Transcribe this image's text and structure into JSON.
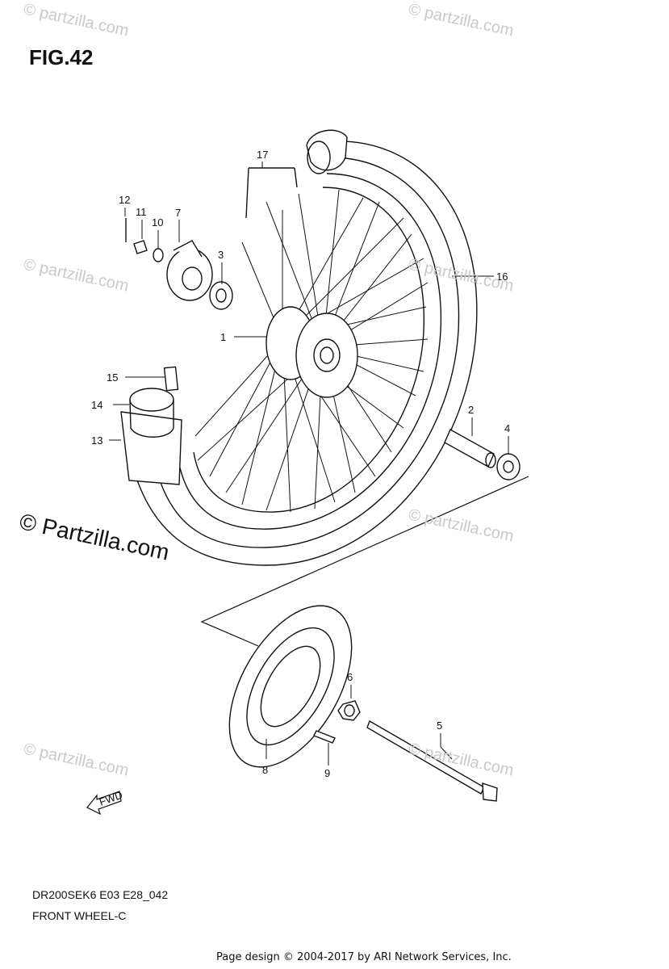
{
  "figure": {
    "title": "FIG.42",
    "code": "DR200SEK6 E03 E28_042",
    "caption": "FRONT WHEEL-C"
  },
  "watermarks": {
    "small": "© partzilla.com",
    "large": "© Partzilla.com"
  },
  "footer": "Page design © 2004-2017 by ARI Network Services, Inc.",
  "parts": [
    {
      "label": "1"
    },
    {
      "label": "2"
    },
    {
      "label": "3"
    },
    {
      "label": "4"
    },
    {
      "label": "5"
    },
    {
      "label": "6"
    },
    {
      "label": "7"
    },
    {
      "label": "8"
    },
    {
      "label": "9"
    },
    {
      "label": "10"
    },
    {
      "label": "11"
    },
    {
      "label": "12"
    },
    {
      "label": "13"
    },
    {
      "label": "14"
    },
    {
      "label": "15"
    },
    {
      "label": "16"
    },
    {
      "label": "17"
    }
  ],
  "fwd_label": "FWD"
}
